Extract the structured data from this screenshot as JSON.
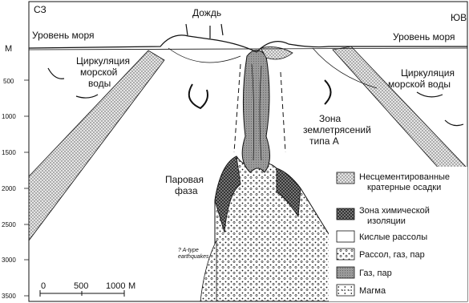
{
  "orientation": {
    "left": "СЗ",
    "right": "ЮВ"
  },
  "labels": {
    "rain": "Дождь",
    "sea_level_left": "Уровень моря",
    "sea_level_right": "Уровень моря",
    "circ_left": [
      "Циркуляция",
      "морской",
      "воды"
    ],
    "circ_right": [
      "Циркуляция",
      "морской воды"
    ],
    "quake_zone": [
      "Зона",
      "землетрясений",
      "типа А"
    ],
    "steam_phase": [
      "Паровая",
      "фаза"
    ],
    "inset_note": [
      "? A-type",
      "earthquakes"
    ]
  },
  "depth_axis": {
    "unit_top": "М",
    "ticks": [
      "500",
      "1000",
      "1500",
      "2000",
      "2500",
      "3000",
      "3500"
    ]
  },
  "scale_bar": {
    "ticks": [
      "0",
      "500",
      "1000"
    ],
    "unit": "М"
  },
  "legend": [
    {
      "label": [
        "Несцементированные",
        "кратерные осадки"
      ],
      "pattern": "fine-dots"
    },
    {
      "label": [
        "Зона химической",
        "изоляции"
      ],
      "pattern": "crosshatch"
    },
    {
      "label": [
        "Кислые рассолы"
      ],
      "pattern": "blank"
    },
    {
      "label": [
        "Рассол, газ, пар"
      ],
      "pattern": "sparse-dots"
    },
    {
      "label": [
        "Газ, пар"
      ],
      "pattern": "gray"
    },
    {
      "label": [
        "Магма"
      ],
      "pattern": "magma"
    }
  ]
}
